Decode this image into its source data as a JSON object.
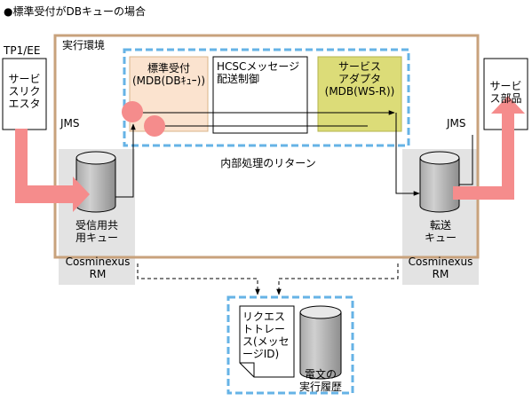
{
  "title": "●標準受付がDBキューの場合",
  "system_title": "実行環境",
  "tp1_ee": "TP1/EE",
  "service_requester": "サービ\nスリク\nエスタ",
  "jms_left": "JMS",
  "jms_right": "JMS",
  "standard_reception": "標準受付\n(MDB(DBｷｭｰ))",
  "hcsc_message_control": "HCSCメッセージ\n配送制御",
  "service_adapter": "サービス\nアダプタ\n(MDB(WS-R))",
  "service_component": "サービ\nス部品",
  "internal_return": "内部処理のリターン",
  "receive_queue": "受信用共\n用キュー",
  "forward_queue": "転送\nキュー",
  "cosminexus_rm_left": "Cosminexus\nRM",
  "cosminexus_rm_right": "Cosminexus\nRM",
  "request_trace": "リクエス\nトトレー\nス(メッセ\nージID)",
  "execution_history": "電文の\n実行履歴",
  "colors": {
    "frame": "#c8a27c",
    "dashed_blue": "#66b3e6",
    "reception_fill": "#fbe3cf",
    "adapter_fill": "#dcdc78",
    "pink_arrow": "#f58c8c",
    "gray_box": "#e3e3e3"
  }
}
